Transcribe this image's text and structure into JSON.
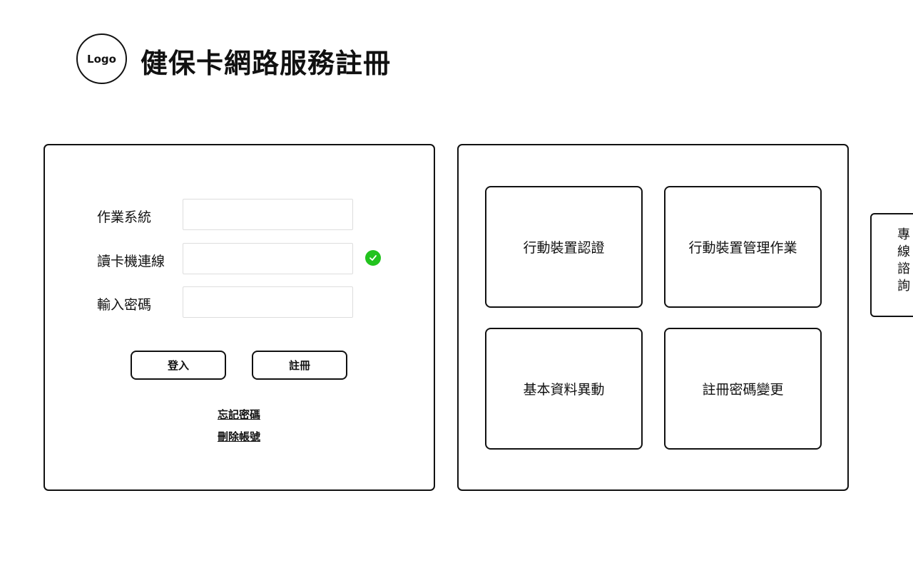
{
  "header": {
    "logo": "Logo",
    "title": "健保卡網路服務註冊"
  },
  "login": {
    "fields": [
      {
        "label": "作業系統",
        "value": ""
      },
      {
        "label": "讀卡機連線",
        "value": "",
        "status": "connected"
      },
      {
        "label": "輸入密碼",
        "value": ""
      }
    ],
    "login_button": "登入",
    "register_button": "註冊",
    "forgot_password": "忘記密碼",
    "delete_account": "刪除帳號"
  },
  "services": {
    "tiles": [
      "行動裝置認證",
      "行動裝置管理作業",
      "基本資料異動",
      "註冊密碼變更"
    ]
  },
  "side_tab": {
    "label": "專線諮詢"
  },
  "colors": {
    "success": "#22c31e",
    "border": "#111111"
  }
}
